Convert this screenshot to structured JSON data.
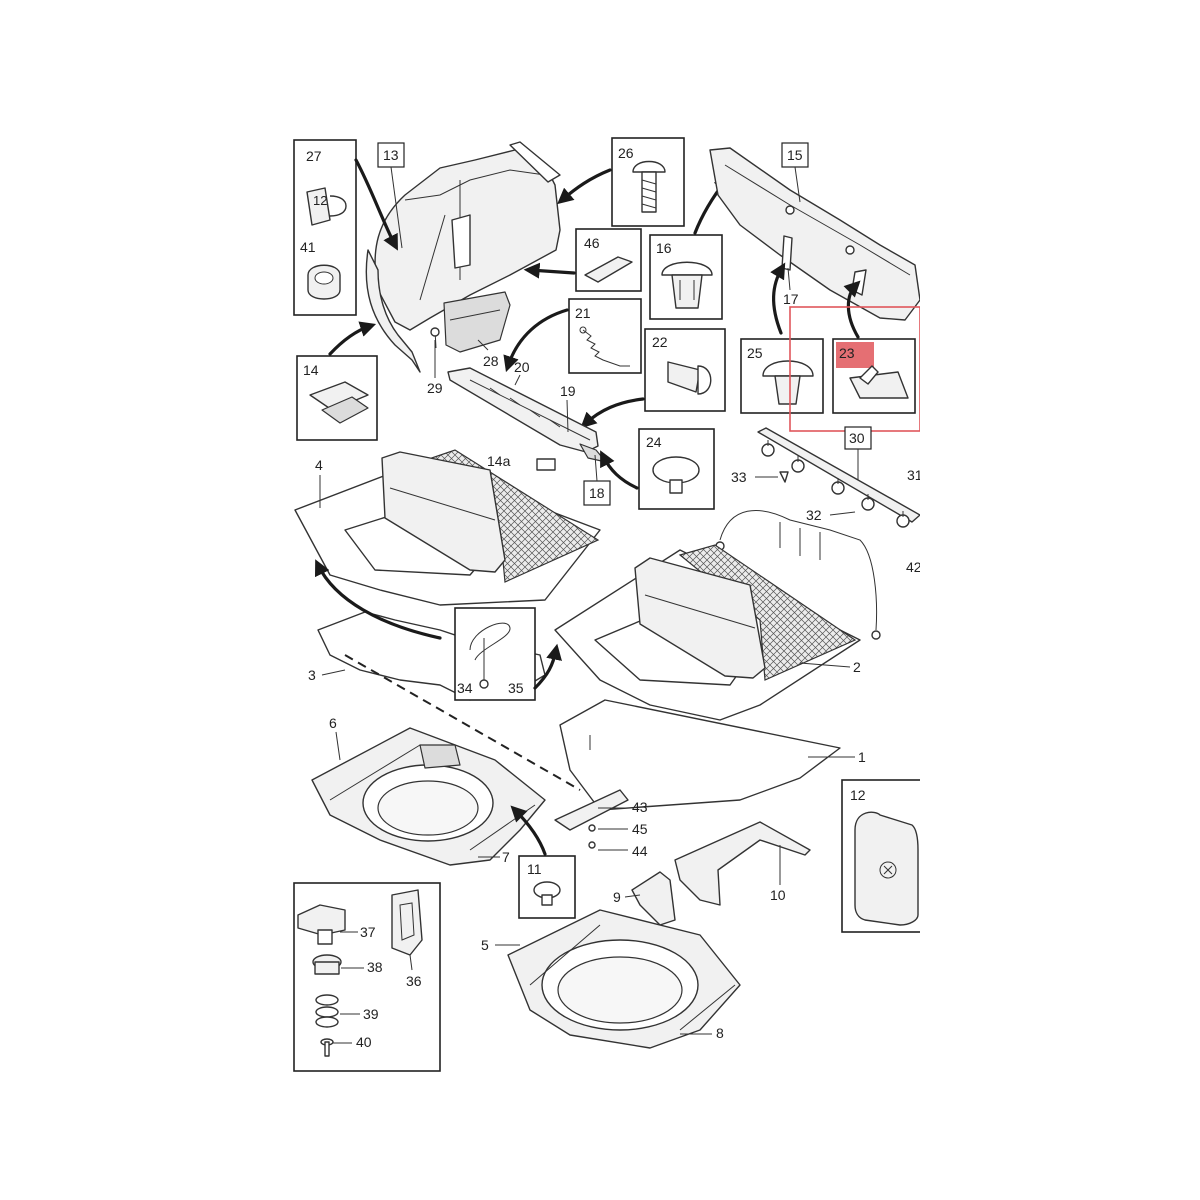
{
  "labels": {
    "l1": "1",
    "l2": "2",
    "l3": "3",
    "l4": "4",
    "l5": "5",
    "l6": "6",
    "l7": "7",
    "l8": "8",
    "l9": "9",
    "l10": "10",
    "l11": "11",
    "l12": "12",
    "l13": "13",
    "l14": "14",
    "l14a": "14a",
    "l15": "15",
    "l16": "16",
    "l17": "17",
    "l18": "18",
    "l19": "19",
    "l20": "20",
    "l21": "21",
    "l22": "22",
    "l23": "23",
    "l24": "24",
    "l25": "25",
    "l26": "26",
    "l27": "27",
    "l28": "28",
    "l29": "29",
    "l30": "30",
    "l31": "31",
    "l32": "32",
    "l33": "33",
    "l34": "34",
    "l35": "35",
    "l36": "36",
    "l37": "37",
    "l38": "38",
    "l39": "39",
    "l40": "40",
    "l41": "41",
    "l42": "42",
    "l43": "43",
    "l44": "44",
    "l45": "45",
    "l46": "46",
    "clip_marking": "12"
  },
  "highlight": {
    "part": "23",
    "color": "#e0565b"
  }
}
